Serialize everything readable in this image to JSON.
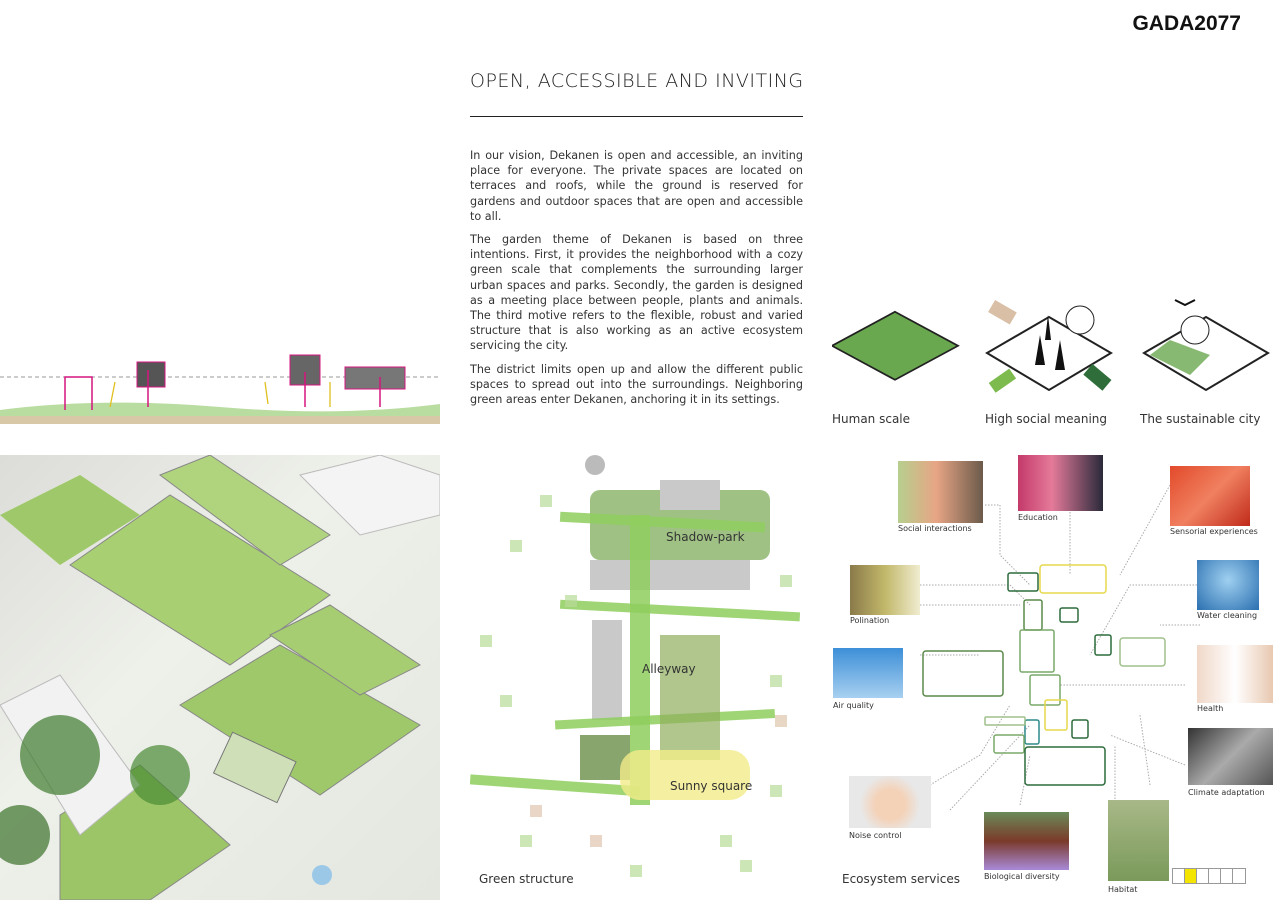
{
  "brand": "GADA2077",
  "title": "OPEN, ACCESSIBLE AND INVITING",
  "paragraphs": [
    "In our vision, Dekanen is open and accessible, an inviting place for everyone. The private spaces are located on terraces and roofs, while the ground is reserved for gardens and outdoor spaces that are open and accessible to all.",
    "The garden theme of Dekanen is based on three intentions. First, it provides the neighborhood with a cozy green scale that complements the surrounding larger urban spaces and parks. Secondly, the garden is designed as a meeting place between people, plants and animals. The third motive refers to the flexible, robust and varied structure that is also working as an active ecosystem servicing the city.",
    "The district limits open up and allow the different public spaces to spread out into the surroundings. Neighboring green areas enter Dekanen, anchoring it in its settings."
  ],
  "intentions": [
    "Human scale",
    "High social meaning",
    "The sustainable city"
  ],
  "plan": {
    "caption": "Green structure",
    "labels": [
      "Shadow-park",
      "Alleyway",
      "Sunny square"
    ]
  },
  "ecosystem": {
    "caption": "Ecosystem services",
    "services": [
      "Social interactions",
      "Education",
      "Sensorial experiences",
      "Polination",
      "Water cleaning",
      "Air quality",
      "Health",
      "Climate adaptation",
      "Noise control",
      "Biological diversity",
      "Habitat"
    ]
  },
  "colors": {
    "green": "#7dbb4f",
    "dark_green": "#2d6b3c",
    "yellow": "#f3e500",
    "magenta": "#d6157f"
  }
}
